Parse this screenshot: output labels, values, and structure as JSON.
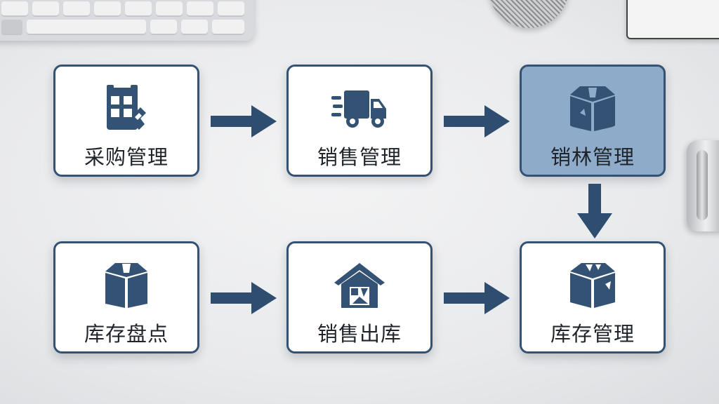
{
  "colors": {
    "accent": "#345273",
    "highlight_fill": "#8eabc9",
    "box_fill": "#ffffff",
    "arrow": "#2e4d6f"
  },
  "nodes": [
    {
      "id": "procurement",
      "label": "采购管理",
      "icon": "building-icon"
    },
    {
      "id": "sales",
      "label": "销售管理",
      "icon": "truck-icon"
    },
    {
      "id": "sales-lin",
      "label": "销林管理",
      "icon": "box-icon",
      "highlighted": true
    },
    {
      "id": "stock-take",
      "label": "库存盘点",
      "icon": "box-icon"
    },
    {
      "id": "sales-out",
      "label": "销售出库",
      "icon": "warehouse-icon"
    },
    {
      "id": "inventory",
      "label": "库存管理",
      "icon": "box-icon"
    }
  ],
  "edges": [
    {
      "from": "procurement",
      "to": "sales"
    },
    {
      "from": "sales",
      "to": "sales-lin"
    },
    {
      "from": "sales-lin",
      "to": "inventory"
    },
    {
      "from": "stock-take",
      "to": "sales-out"
    },
    {
      "from": "sales-out",
      "to": "inventory"
    }
  ]
}
